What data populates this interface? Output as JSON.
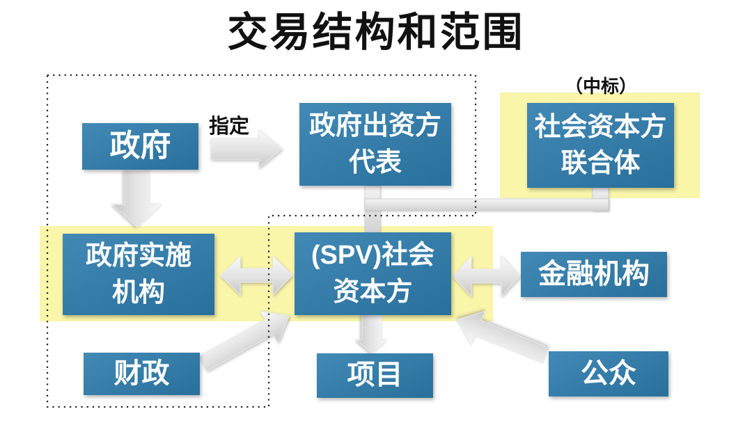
{
  "title": "交易结构和范围",
  "annotations": {
    "designate": "指定",
    "winning_bid": "（中标）"
  },
  "nodes": {
    "government": {
      "label": "政府"
    },
    "gov_investor_representative": {
      "line1": "政府出资方",
      "line2": "代表"
    },
    "social_capital_consortium": {
      "line1": "社会资本方",
      "line2": "联合体"
    },
    "gov_implementation_agency": {
      "line1": "政府实施",
      "line2": "机构"
    },
    "spv_social_capital": {
      "line1": "(SPV)社会",
      "line2": "资本方"
    },
    "financial_institution": {
      "label": "金融机构"
    },
    "fiscal": {
      "label": "财政"
    },
    "project": {
      "label": "项目"
    },
    "public": {
      "label": "公众"
    }
  },
  "colors": {
    "box_blue": "#2d7cad",
    "highlight_yellow": "#f9f5a9",
    "arrow_gray": "#dcdcdc",
    "dotted_border": "#222222",
    "box_text": "#ffffff",
    "label_text": "#111111"
  }
}
